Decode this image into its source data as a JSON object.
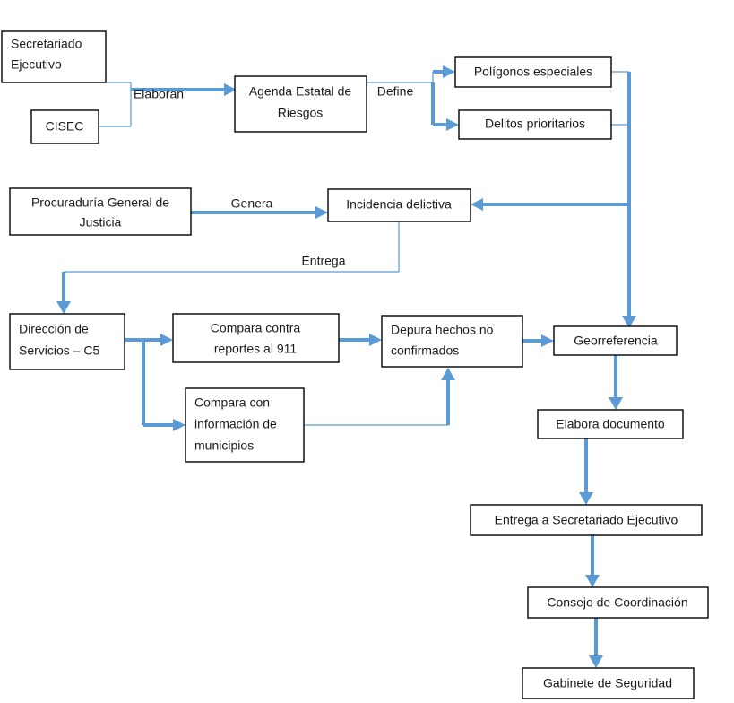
{
  "diagram": {
    "title": "Proceso de Incidencia Delictiva y Georreferencia",
    "accent_color": "#5b9bd5",
    "box_border_color": "#000000",
    "background_color": "#ffffff",
    "text_color": "#1a1a1a"
  },
  "nodes": [
    {
      "id": "secretariado-ejecutivo",
      "lines": [
        "Secretariado",
        "Ejecutivo"
      ],
      "align": "left"
    },
    {
      "id": "cisec",
      "lines": [
        "CISEC"
      ],
      "align": "center"
    },
    {
      "id": "agenda-estatal-de-riesgos",
      "lines": [
        "Agenda Estatal de",
        "Riesgos"
      ],
      "align": "center"
    },
    {
      "id": "poligonos-especiales",
      "lines": [
        "Polígonos especiales"
      ],
      "align": "center"
    },
    {
      "id": "delitos-prioritarios",
      "lines": [
        "Delitos prioritarios"
      ],
      "align": "center"
    },
    {
      "id": "procuraduria-general-de-justicia",
      "lines": [
        "Procuraduría General de",
        "Justicia"
      ],
      "align": "center"
    },
    {
      "id": "incidencia-delictiva",
      "lines": [
        "Incidencia delictiva"
      ],
      "align": "center"
    },
    {
      "id": "direccion-de-servicios-c5",
      "lines": [
        "Dirección de",
        "Servicios – C5"
      ],
      "align": "left"
    },
    {
      "id": "compara-contra-reportes-al-911",
      "lines": [
        "Compara contra",
        "reportes al 911"
      ],
      "align": "center"
    },
    {
      "id": "compara-con-informacion-de-municipios",
      "lines": [
        "Compara con",
        "información de",
        "municipios"
      ],
      "align": "left"
    },
    {
      "id": "depura-hechos-no-confirmados",
      "lines": [
        "Depura hechos no",
        "confirmados"
      ],
      "align": "left"
    },
    {
      "id": "georreferencia",
      "lines": [
        "Georreferencia"
      ],
      "align": "center"
    },
    {
      "id": "elabora-documento",
      "lines": [
        "Elabora documento"
      ],
      "align": "center"
    },
    {
      "id": "entrega-a-secretariado-ejecutivo",
      "lines": [
        "Entrega a Secretariado Ejecutivo"
      ],
      "align": "center"
    },
    {
      "id": "consejo-de-coordinacion",
      "lines": [
        "Consejo de Coordinación"
      ],
      "align": "center"
    },
    {
      "id": "gabinete-de-seguridad",
      "lines": [
        "Gabinete de Seguridad"
      ],
      "align": "center"
    }
  ],
  "edge_labels": [
    {
      "id": "elaboran",
      "text": "Elaboran"
    },
    {
      "id": "define",
      "text": "Define"
    },
    {
      "id": "genera",
      "text": "Genera"
    },
    {
      "id": "entrega",
      "text": "Entrega"
    }
  ],
  "node_text": {
    "secretariado_ejecutivo_line1": "Secretariado",
    "secretariado_ejecutivo_line2": "Ejecutivo",
    "cisec": "CISEC",
    "agenda_line1": "Agenda Estatal de",
    "agenda_line2": "Riesgos",
    "poligonos_especiales": "Polígonos especiales",
    "delitos_prioritarios": "Delitos prioritarios",
    "procuraduria_line1": "Procuraduría General de",
    "procuraduria_line2": "Justicia",
    "incidencia_delictiva": "Incidencia delictiva",
    "direccion_line1": "Dirección de",
    "direccion_line2": "Servicios – C5",
    "compara_911_line1": "Compara contra",
    "compara_911_line2": "reportes al 911",
    "compara_mun_line1": "Compara con",
    "compara_mun_line2": "información de",
    "compara_mun_line3": "municipios",
    "depura_line1": "Depura hechos no",
    "depura_line2": "confirmados",
    "georreferencia": "Georreferencia",
    "elabora_documento": "Elabora documento",
    "entrega_secretariado": "Entrega a Secretariado Ejecutivo",
    "consejo_coordinacion": "Consejo de Coordinación",
    "gabinete_seguridad": "Gabinete de Seguridad",
    "label_elaboran": "Elaboran",
    "label_define": "Define",
    "label_genera": "Genera",
    "label_entrega": "Entrega"
  }
}
